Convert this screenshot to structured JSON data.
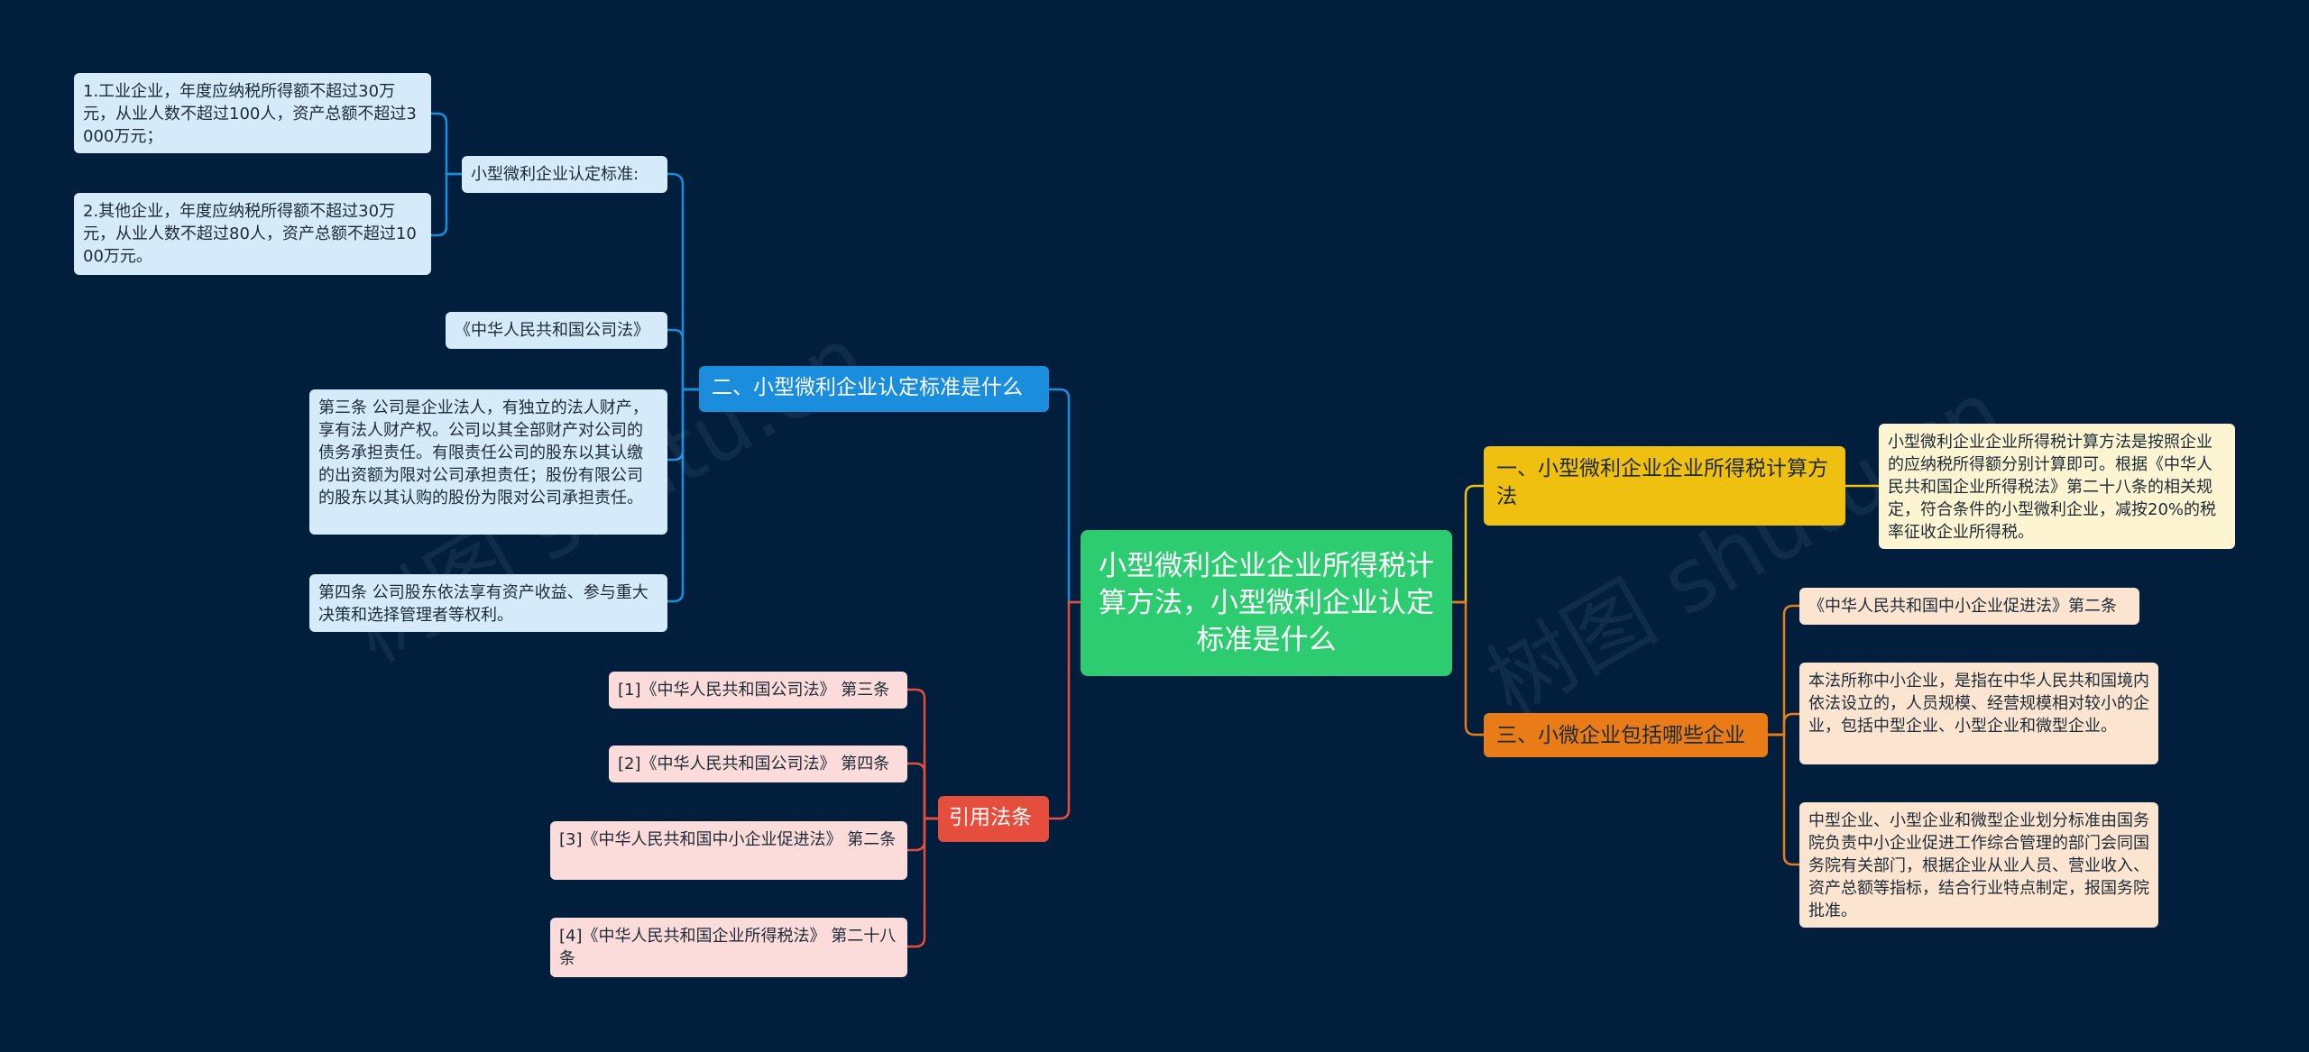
{
  "watermarks": [
    "树图 shutu.cn",
    "树图 shutu.cn"
  ],
  "root": "小型微利企业企业所得税计算方法，小型微利企业认定标准是什么",
  "right": {
    "calc": {
      "label": "一、小型微利企业企业所得税计算方法",
      "detail": "小型微利企业企业所得税计算方法是按照企业的应纳税所得额分别计算即可。根据《中华人民共和国企业所得税法》第二十八条的相关规定，符合条件的小型微利企业，减按20%的税率征收企业所得税。"
    },
    "types": {
      "label": "三、小微企业包括哪些企业",
      "items": [
        "《中华人民共和国中小企业促进法》第二条",
        "本法所称中小企业，是指在中华人民共和国境内依法设立的，人员规模、经营规模相对较小的企业，包括中型企业、小型企业和微型企业。",
        "中型企业、小型企业和微型企业划分标准由国务院负责中小企业促进工作综合管理的部门会同国务院有关部门，根据企业从业人员、营业收入、资产总额等指标，结合行业特点制定，报国务院批准。"
      ]
    }
  },
  "left": {
    "standard": {
      "label": "二、小型微利企业认定标准是什么",
      "criteria": {
        "label": "小型微利企业认定标准:",
        "items": [
          "1.工业企业，年度应纳税所得额不超过30万元，从业人数不超过100人，资产总额不超过3000万元；",
          "2.其他企业，年度应纳税所得额不超过30万元，从业人数不超过80人，资产总额不超过1000万元。"
        ]
      },
      "law": "《中华人民共和国公司法》",
      "art3": "第三条 公司是企业法人，有独立的法人财产，享有法人财产权。公司以其全部财产对公司的债务承担责任。有限责任公司的股东以其认缴的出资额为限对公司承担责任；股份有限公司的股东以其认购的股份为限对公司承担责任。",
      "art4": "第四条 公司股东依法享有资产收益、参与重大决策和选择管理者等权利。"
    },
    "refs": {
      "label": "引用法条",
      "items": [
        "[1]《中华人民共和国公司法》 第三条",
        "[2]《中华人民共和国公司法》 第四条",
        "[3]《中华人民共和国中小企业促进法》 第二条",
        "[4]《中华人民共和国企业所得税法》 第二十八条"
      ]
    }
  },
  "colors": {
    "background": "#011f3d",
    "root": "#2ecc71",
    "blue": "#1a8ddc",
    "yellow": "#f0c011",
    "orange": "#e97c16",
    "red": "#e54d3c"
  }
}
